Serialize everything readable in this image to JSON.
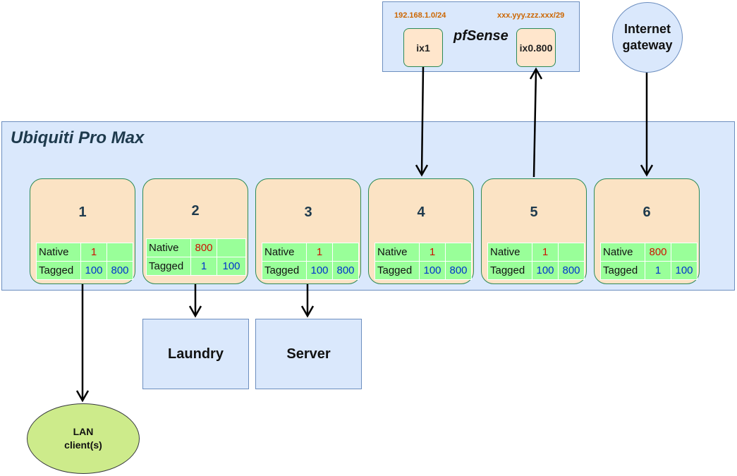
{
  "switch": {
    "title": "Ubiquiti Pro Max"
  },
  "pfsense": {
    "title": "pfSense",
    "lan_subnet": "192.168.1.0/24",
    "wan_subnet": "xxx.yyy.zzz.xxx/29",
    "interfaces": [
      {
        "label": "ix1"
      },
      {
        "label": "ix0.800"
      }
    ]
  },
  "gateway": {
    "line1": "Internet",
    "line2": "gateway"
  },
  "ports": [
    {
      "number": "1",
      "native_label": "Native",
      "native": "1",
      "tagged_label": "Tagged",
      "tagged": [
        "100",
        "800"
      ]
    },
    {
      "number": "2",
      "native_label": "Native",
      "native": "800",
      "tagged_label": "Tagged",
      "tagged": [
        "1",
        "100"
      ]
    },
    {
      "number": "3",
      "native_label": "Native",
      "native": "1",
      "tagged_label": "Tagged",
      "tagged": [
        "100",
        "800"
      ]
    },
    {
      "number": "4",
      "native_label": "Native",
      "native": "1",
      "tagged_label": "Tagged",
      "tagged": [
        "100",
        "800"
      ]
    },
    {
      "number": "5",
      "native_label": "Native",
      "native": "1",
      "tagged_label": "Tagged",
      "tagged": [
        "100",
        "800"
      ]
    },
    {
      "number": "6",
      "native_label": "Native",
      "native": "800",
      "tagged_label": "Tagged",
      "tagged": [
        "1",
        "100"
      ]
    }
  ],
  "devices": {
    "laundry": "Laundry",
    "server": "Server",
    "lan_line1": "LAN",
    "lan_line2": "client(s)"
  },
  "colors": {
    "box_fill": "#dae8fc",
    "port_fill": "#fbe3c4",
    "table_fill": "#99ff99",
    "native_value": "#cc1100",
    "tagged_value": "#0033cc",
    "subnet_text": "#cc6600",
    "lan_fill": "#cdeb8b"
  }
}
